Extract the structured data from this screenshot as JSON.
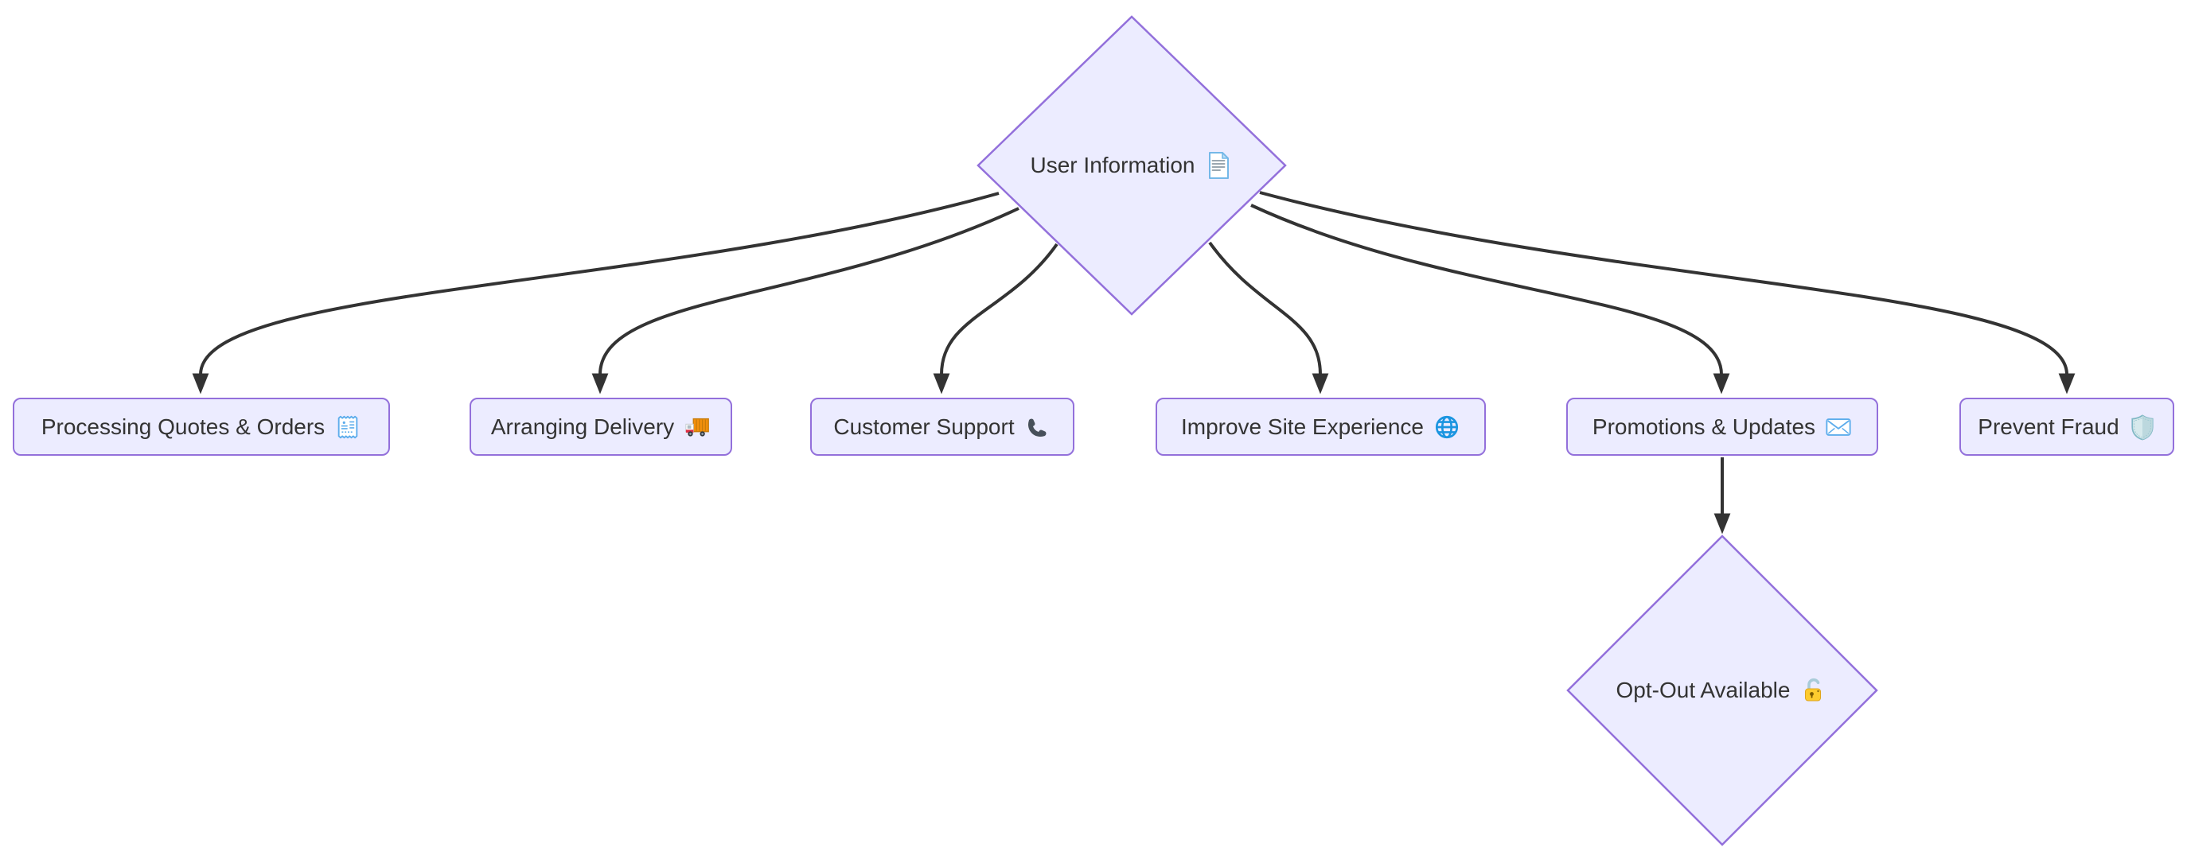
{
  "diagram": {
    "type": "flowchart",
    "direction": "top-down",
    "background_color": "#ffffff",
    "node_fill_color": "#ECECFF",
    "node_border_color": "#9370DB",
    "edge_color": "#333333",
    "text_color": "#333333"
  },
  "nodes": {
    "user_information": {
      "label": "User Information",
      "icon": "page-facing-up-icon",
      "shape": "diamond"
    },
    "processing_quotes_orders": {
      "label": "Processing Quotes & Orders",
      "icon": "receipt-icon",
      "shape": "rounded-rect"
    },
    "arranging_delivery": {
      "label": "Arranging Delivery",
      "icon": "delivery-truck-icon",
      "shape": "rounded-rect"
    },
    "customer_support": {
      "label": "Customer Support",
      "icon": "telephone-receiver-icon",
      "shape": "rounded-rect"
    },
    "improve_site_experience": {
      "label": "Improve Site Experience",
      "icon": "globe-icon",
      "shape": "rounded-rect"
    },
    "promotions_updates": {
      "label": "Promotions & Updates",
      "icon": "envelope-icon",
      "shape": "rounded-rect"
    },
    "prevent_fraud": {
      "label": "Prevent Fraud",
      "icon": "shield-icon",
      "shape": "rounded-rect"
    },
    "opt_out_available": {
      "label": "Opt-Out Available",
      "icon": "open-lock-icon",
      "shape": "diamond"
    }
  },
  "edges": [
    {
      "from": "user_information",
      "to": "processing_quotes_orders"
    },
    {
      "from": "user_information",
      "to": "arranging_delivery"
    },
    {
      "from": "user_information",
      "to": "customer_support"
    },
    {
      "from": "user_information",
      "to": "improve_site_experience"
    },
    {
      "from": "user_information",
      "to": "promotions_updates"
    },
    {
      "from": "user_information",
      "to": "prevent_fraud"
    },
    {
      "from": "promotions_updates",
      "to": "opt_out_available"
    }
  ]
}
